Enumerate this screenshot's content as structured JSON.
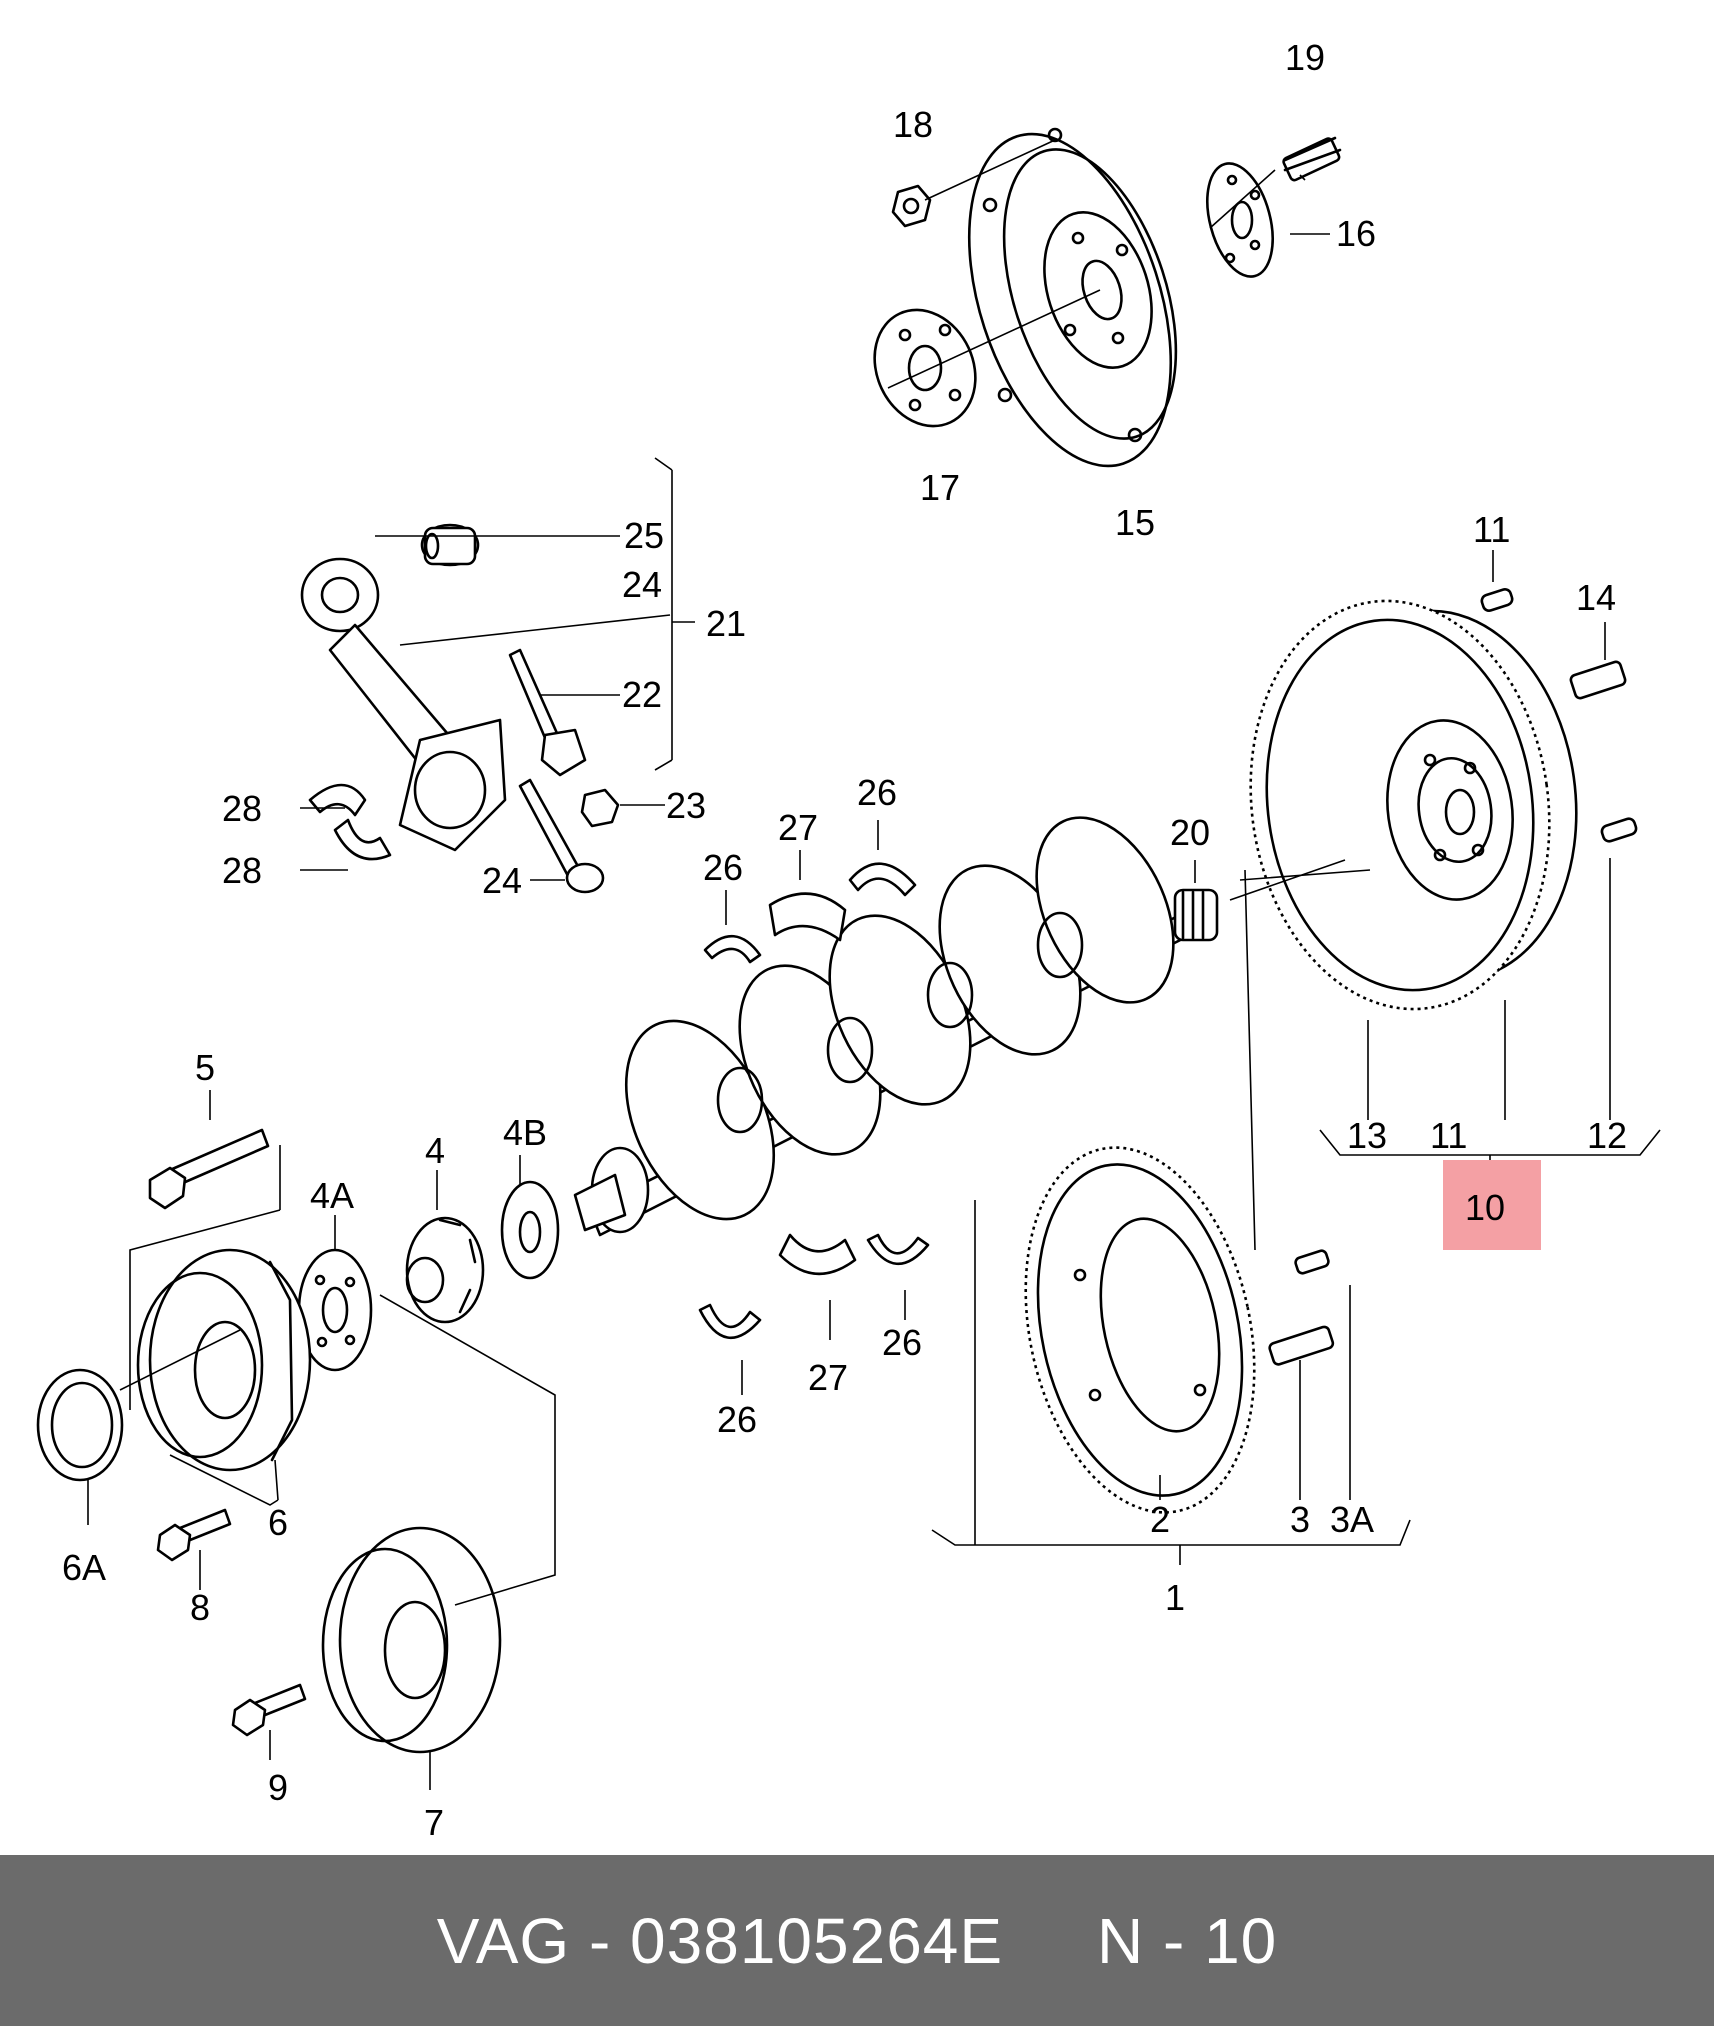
{
  "highlight_color": "#f4a0a4",
  "footer_background": "#6b6b6b",
  "labels": {
    "l19": "19",
    "l18": "18",
    "l16": "16",
    "l17": "17",
    "l15": "15",
    "l25": "25",
    "l24a": "24",
    "l21": "21",
    "l22": "22",
    "l23": "23",
    "l24b": "24",
    "l28a": "28",
    "l28b": "28",
    "l11a": "11",
    "l14": "14",
    "l20": "20",
    "l26a": "26",
    "l27a": "27",
    "l26b": "26",
    "l13": "13",
    "l11b": "11",
    "l12": "12",
    "l10": "10",
    "l5": "5",
    "l4B": "4B",
    "l4": "4",
    "l4A": "4A",
    "l6A": "6A",
    "l6": "6",
    "l8": "8",
    "l9": "9",
    "l7": "7",
    "l26c": "26",
    "l27b": "27",
    "l26d": "26",
    "l2": "2",
    "l3": "3",
    "l3A": "3A",
    "l1": "1"
  },
  "footer": {
    "text": "VAG - 038105264E     N - 10"
  }
}
